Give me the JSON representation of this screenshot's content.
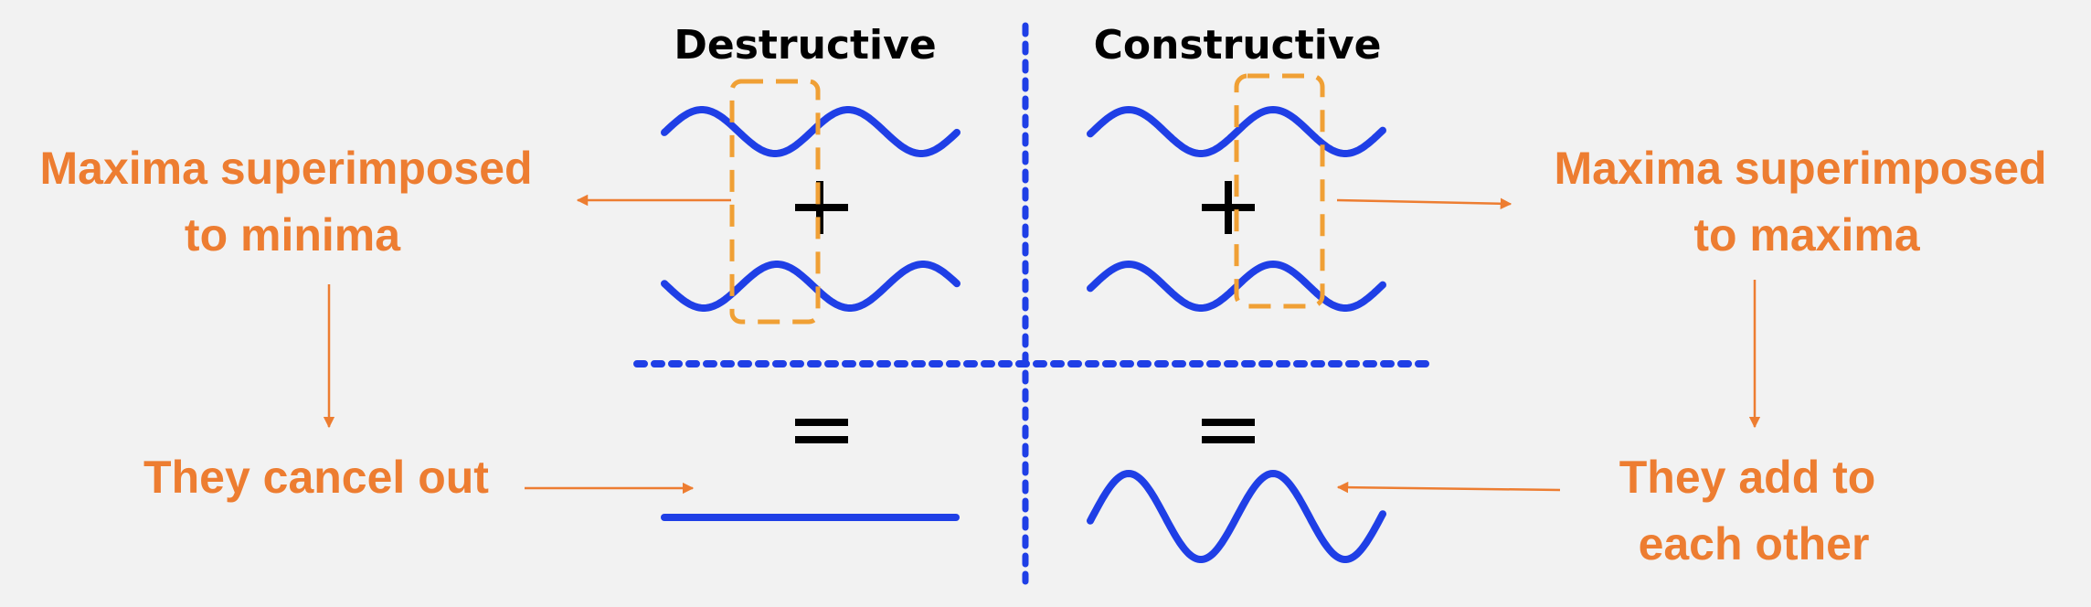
{
  "titles": {
    "left": "Destructive",
    "right": "Constructive"
  },
  "annotations": {
    "left_top": [
      "Maxima superimposed",
      "to minima"
    ],
    "left_bottom": [
      "They cancel out"
    ],
    "right_top": [
      "Maxima superimposed",
      "to maxima"
    ],
    "right_bottom": [
      "They add to",
      "each other"
    ]
  },
  "colors": {
    "wave": "#1f3fe6",
    "annotation": "#ed7d31",
    "highlight_box": "#f0a035",
    "background": "#f2f2f2"
  }
}
